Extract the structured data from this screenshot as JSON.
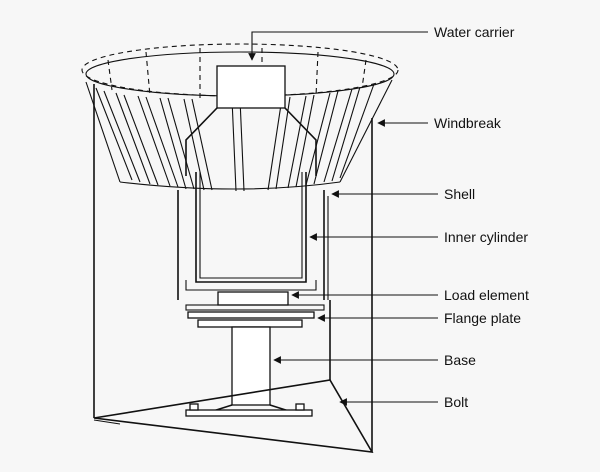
{
  "labels": {
    "water_carrier": "Water carrier",
    "windbreak": "Windbreak",
    "shell": "Shell",
    "inner_cylinder": "Inner cylinder",
    "load_element": "Load element",
    "flange_plate": "Flange plate",
    "base": "Base",
    "bolt": "Bolt"
  }
}
